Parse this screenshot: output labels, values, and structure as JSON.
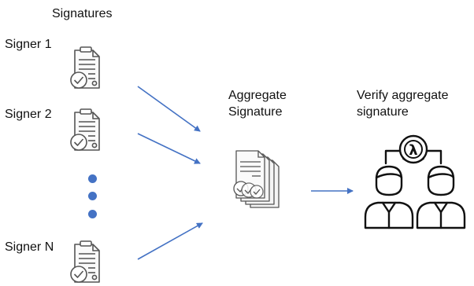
{
  "title": "Signatures",
  "signers": [
    {
      "label": "Signer 1"
    },
    {
      "label": "Signer 2"
    },
    {
      "label": "Signer N"
    }
  ],
  "aggregate": {
    "line1": "Aggregate",
    "line2": "Signature"
  },
  "verify": {
    "line1": "Verify aggregate",
    "line2": "signature"
  },
  "coin_symbol": "λ",
  "icons": {
    "document": "signed-document-icon",
    "aggregate": "aggregate-signature-icon",
    "verifiers": "verifiers-icon",
    "coin": "lambda-coin-icon"
  },
  "colors": {
    "arrow": "#4472c4",
    "dot": "#4472c4",
    "icon_stroke": "#555555"
  }
}
